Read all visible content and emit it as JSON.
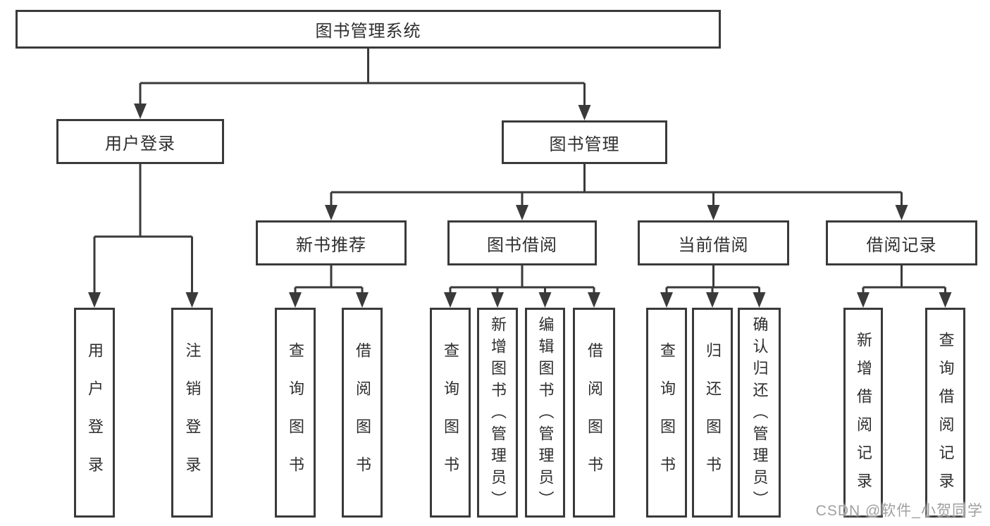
{
  "tree": {
    "root": {
      "label": "图书管理系统"
    },
    "children": [
      {
        "label": "用户登录",
        "children": [
          {
            "label": "用户登录"
          },
          {
            "label": "注销登录"
          }
        ]
      },
      {
        "label": "图书管理",
        "children": [
          {
            "label": "新书推荐",
            "children": [
              {
                "label": "查询图书"
              },
              {
                "label": "借阅图书"
              }
            ]
          },
          {
            "label": "图书借阅",
            "children": [
              {
                "label": "查询图书"
              },
              {
                "label": "新增图书（管理员）"
              },
              {
                "label": "编辑图书（管理员）"
              },
              {
                "label": "借阅图书"
              }
            ]
          },
          {
            "label": "当前借阅",
            "children": [
              {
                "label": "查询图书"
              },
              {
                "label": "归还图书"
              },
              {
                "label": "确认归还（管理员）"
              }
            ]
          },
          {
            "label": "借阅记录",
            "children": [
              {
                "label": "新增借阅记录"
              },
              {
                "label": "查询借阅记录"
              }
            ]
          }
        ]
      }
    ]
  },
  "watermark": {
    "text": "CSDN @软件_小贺同学"
  },
  "colors": {
    "line": "#3a3a3a",
    "text": "#2e2e2e",
    "watermark": "#a0a0a0",
    "background": "#ffffff"
  }
}
